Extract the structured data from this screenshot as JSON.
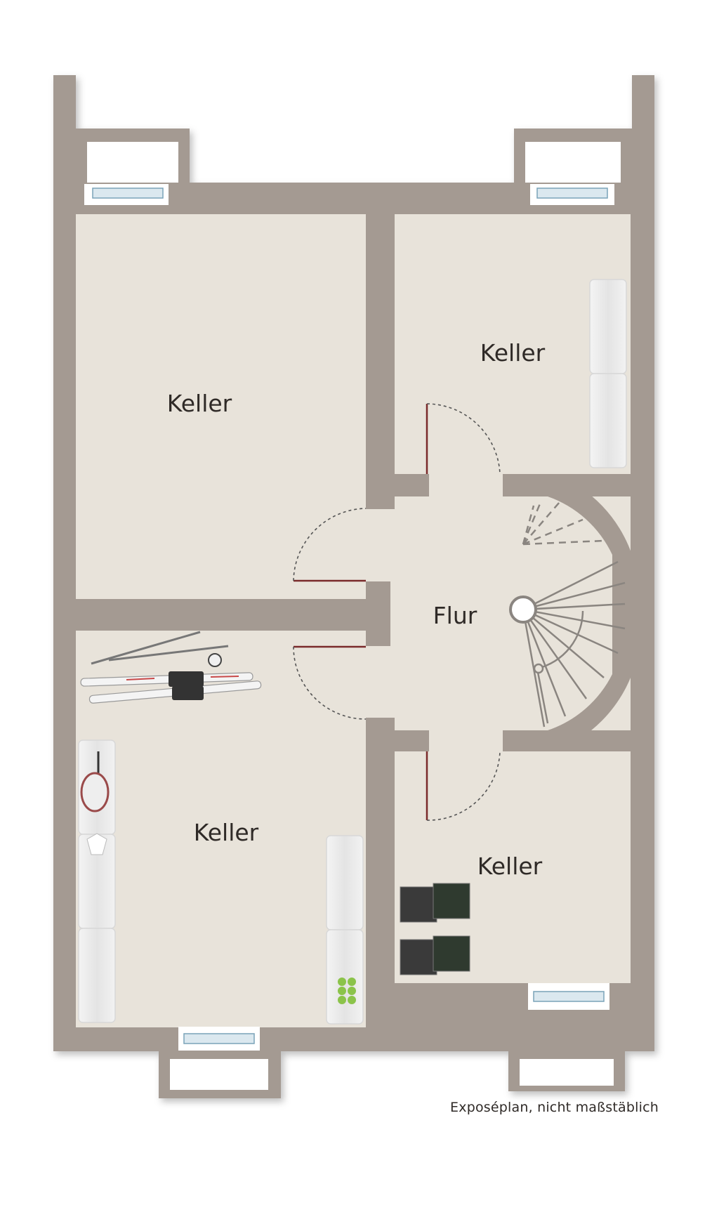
{
  "rooms": {
    "keller_top_left": "Keller",
    "keller_top_right": "Keller",
    "flur": "Flur",
    "keller_bottom_left": "Keller",
    "keller_bottom_right": "Keller"
  },
  "caption": "Exposéplan, nicht maßstäblich",
  "colors": {
    "wall": "#a49a92",
    "floor": "#e8e3da",
    "door_leaf": "#7a2a2a",
    "furniture": "#ececec"
  },
  "icons": [
    "window-icon",
    "door-swing-icon",
    "spiral-staircase-icon",
    "shelf-icon",
    "ski-icon",
    "tennis-racket-icon",
    "bottle-crate-icon"
  ]
}
